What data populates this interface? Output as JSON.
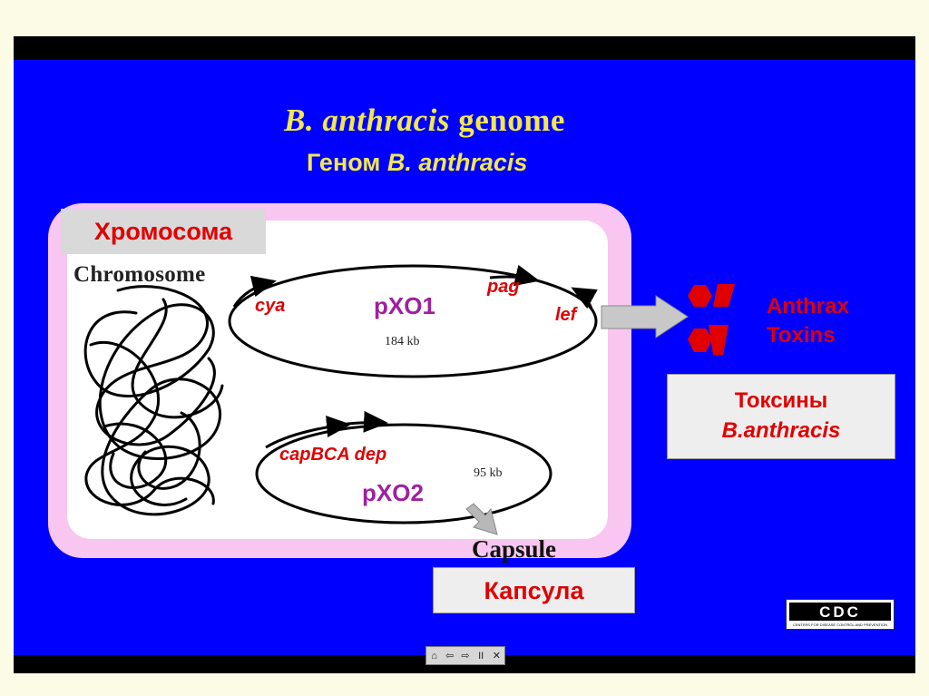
{
  "title": {
    "en_italic": "B. anthracis",
    "en_rest": " genome",
    "ru_plain": "Геном ",
    "ru_italic": "B. anthracis"
  },
  "chromosome": {
    "ru_label": "Хромосома",
    "en_label": "Chromosome"
  },
  "pxo1": {
    "name": "pXO1",
    "size": "184 kb",
    "genes": {
      "cya": "cya",
      "pag": "pag",
      "lef": "lef"
    }
  },
  "pxo2": {
    "name": "pXO2",
    "size": "95 kb",
    "genes": "capBCA dep"
  },
  "toxins": {
    "en_line1": "Anthrax",
    "en_line2": "Toxins",
    "ru_line1": "Токсины",
    "ru_line2": "B.anthracis"
  },
  "capsule": {
    "en_label": "Capsule",
    "ru_label": "Капсула"
  },
  "logo": {
    "text": "CDC",
    "subtext": "CENTERS FOR DISEASE CONTROL AND PREVENTION"
  },
  "nav": {
    "home": "⌂",
    "prev": "⇦",
    "next": "⇨",
    "pause": "II",
    "close": "✕"
  },
  "colors": {
    "slide_bg": "#0000fe",
    "title": "#f2e84a",
    "cell_border": "#f8c6f0",
    "gene_red": "#e00000",
    "plasmid_purple": "#a020a0",
    "label_bg": "#d9d9d9"
  }
}
